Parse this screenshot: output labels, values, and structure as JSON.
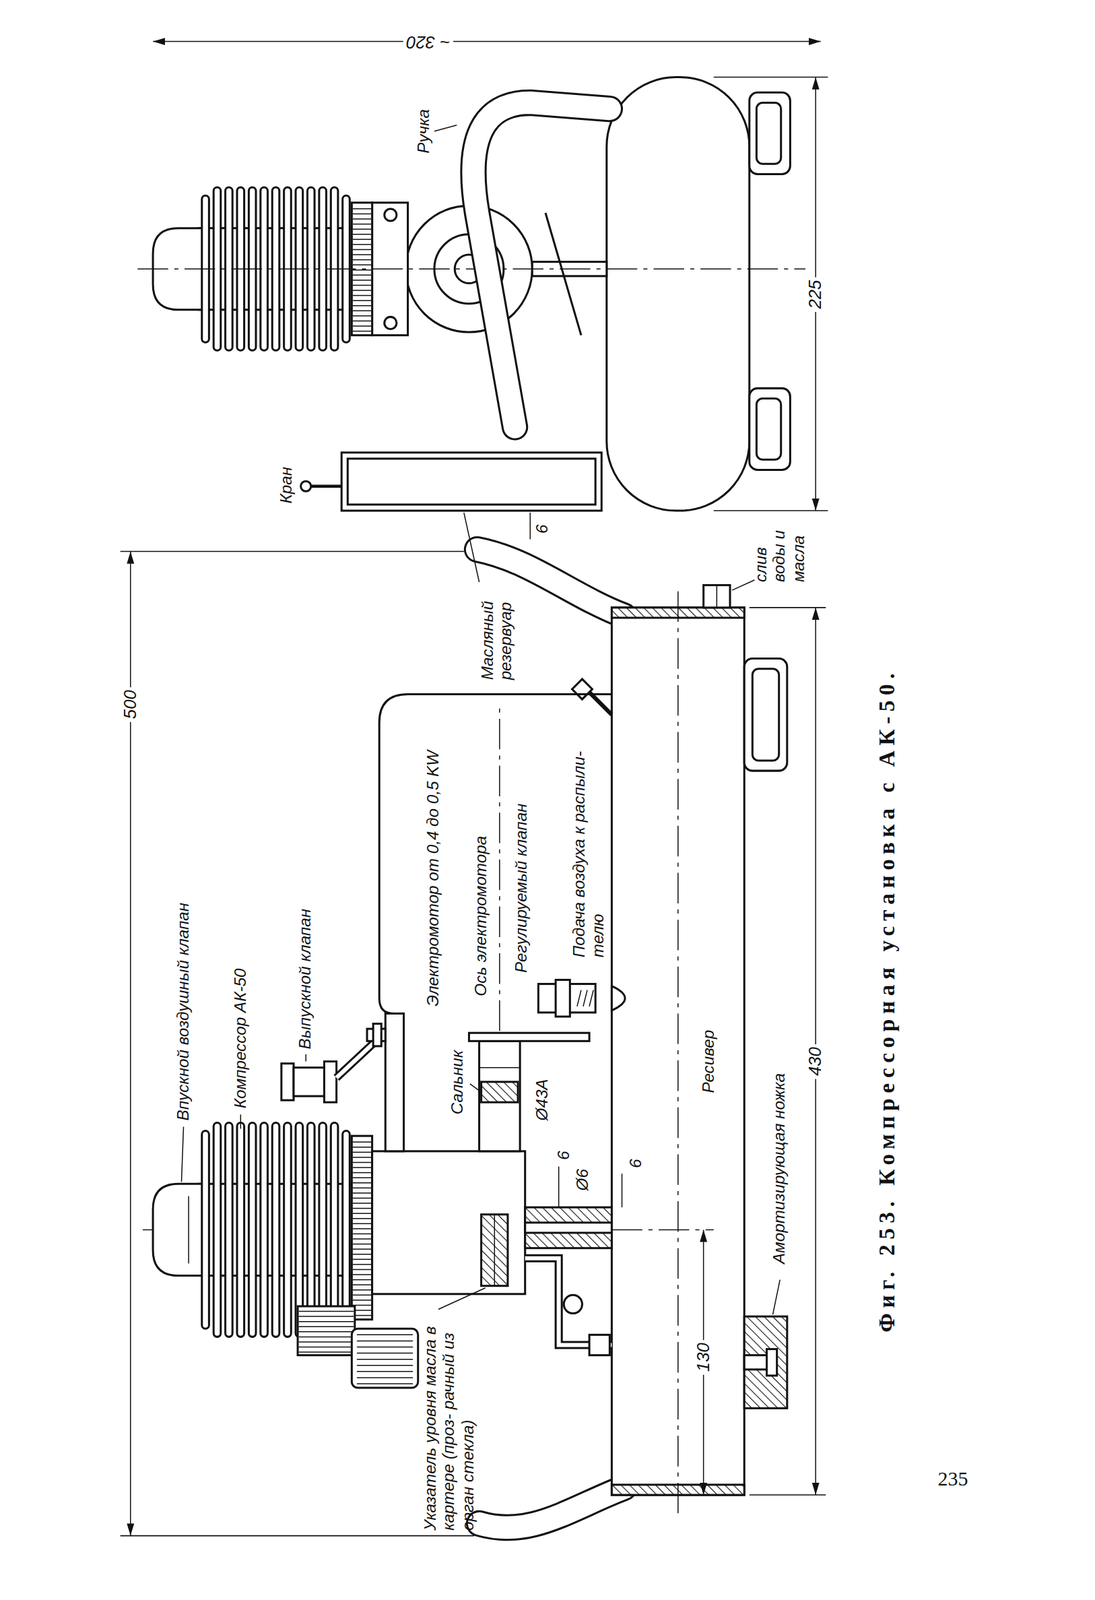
{
  "diagram": {
    "caption": "Фиг. 253. Компрессорная установка с АК-50.",
    "labels": [
      "500",
      "Впускной воздушный клапан",
      "Компрессор АК-50",
      "Выпускной клапан",
      "Электромотор от 0,4 до 0,5 KW",
      "Ось электромотора",
      "Регулируемый клапан",
      "Сальник",
      "Ø43A",
      "6",
      "Ø6",
      "6",
      "Подача воздуха к распыли- телю",
      "Масляный резервуар",
      "Ресивер",
      "Амортизирующая ножка",
      "430",
      "130",
      "Указатель уровня масла в картере (проз- рачный из орган стекла)",
      "слив воды и масла",
      "~ 320",
      "Ручка",
      "225",
      "Кран",
      "6",
      "235"
    ]
  }
}
